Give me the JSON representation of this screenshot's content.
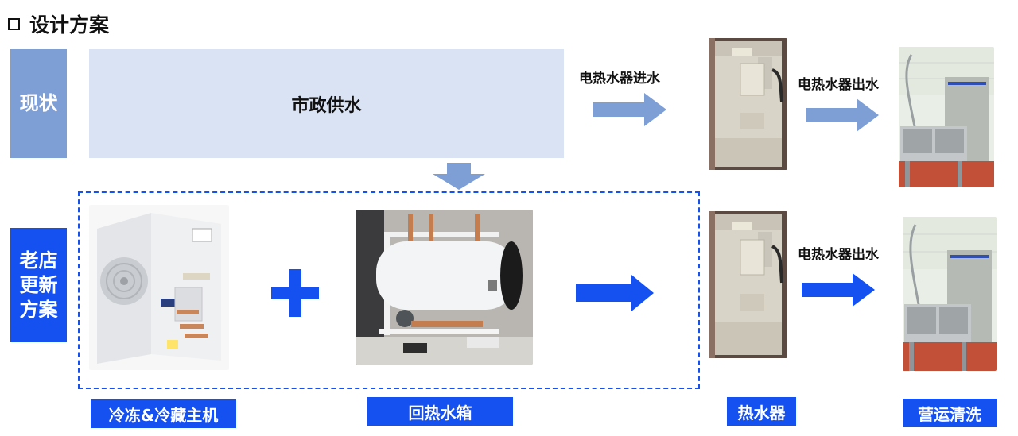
{
  "title": "设计方案",
  "row_current": {
    "label": "现状",
    "supply": "市政供水",
    "inlet_label": "电热水器进水",
    "outlet_label": "电热水器出水"
  },
  "row_new": {
    "label_lines": [
      "老店",
      "更新",
      "方案"
    ],
    "outlet_label": "电热水器出水"
  },
  "bottom_labels": {
    "unit": "冷冻&冷藏主机",
    "tank": "回热水箱",
    "heater": "热水器",
    "wash": "营运清洗"
  },
  "colors": {
    "current": "#7e9ed6",
    "new": "#1550f0",
    "supply_bg": "#d9e3f3"
  },
  "icons": [
    "checkbox-icon",
    "arrow-right-icon",
    "arrow-down-icon",
    "plus-icon"
  ]
}
